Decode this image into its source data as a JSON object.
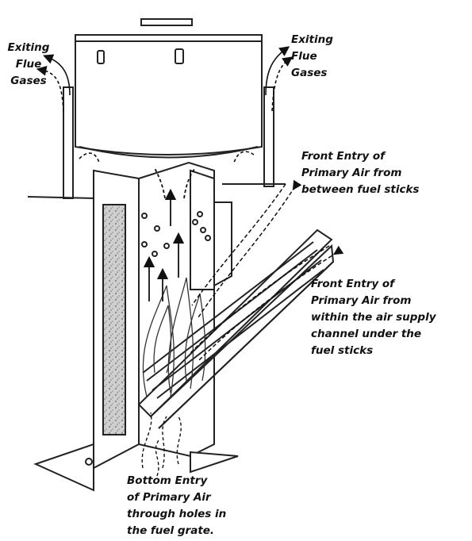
{
  "labels": {
    "flue_left": [
      "Exiting",
      "Flue",
      "Gases"
    ],
    "flue_right": [
      "Exiting",
      "Flue",
      "Gases"
    ],
    "front_entry_sticks": [
      "Front Entry of",
      "Primary Air from",
      "between fuel sticks"
    ],
    "front_entry_channel": [
      "Front Entry of",
      "Primary Air from",
      "within the air supply",
      "channel under the",
      "fuel sticks"
    ],
    "bottom_entry": [
      "Bottom Entry",
      "of Primary Air",
      "through holes in",
      "the fuel grate."
    ]
  },
  "colors": {
    "line": "#222222",
    "insulation": "#c9c9c9",
    "background": "#ffffff"
  }
}
